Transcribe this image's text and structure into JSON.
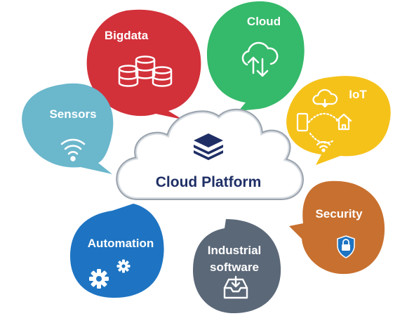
{
  "center": {
    "label": "Cloud Platform",
    "icon": "layers-icon",
    "text_color": "#1f2f66"
  },
  "bubbles": [
    {
      "id": "bigdata",
      "label": "Bigdata",
      "color": "#d2313a",
      "icon": "database-stack-icon"
    },
    {
      "id": "cloud",
      "label": "Cloud",
      "color": "#35b96a",
      "icon": "cloud-sync-icon"
    },
    {
      "id": "iot",
      "label": "IoT",
      "color": "#f5c21a",
      "icon": "iot-devices-icon"
    },
    {
      "id": "sensors",
      "label": "Sensors",
      "color": "#6bb7cc",
      "icon": "wifi-icon"
    },
    {
      "id": "security",
      "label": "Security",
      "color": "#c8702f",
      "icon": "lock-shield-icon"
    },
    {
      "id": "automation",
      "label": "Automation",
      "color": "#1e74c2",
      "icon": "gears-icon"
    },
    {
      "id": "industrial",
      "label_line1": "Industrial",
      "label_line2": "software",
      "color": "#5b6878",
      "icon": "inbox-download-icon"
    }
  ]
}
